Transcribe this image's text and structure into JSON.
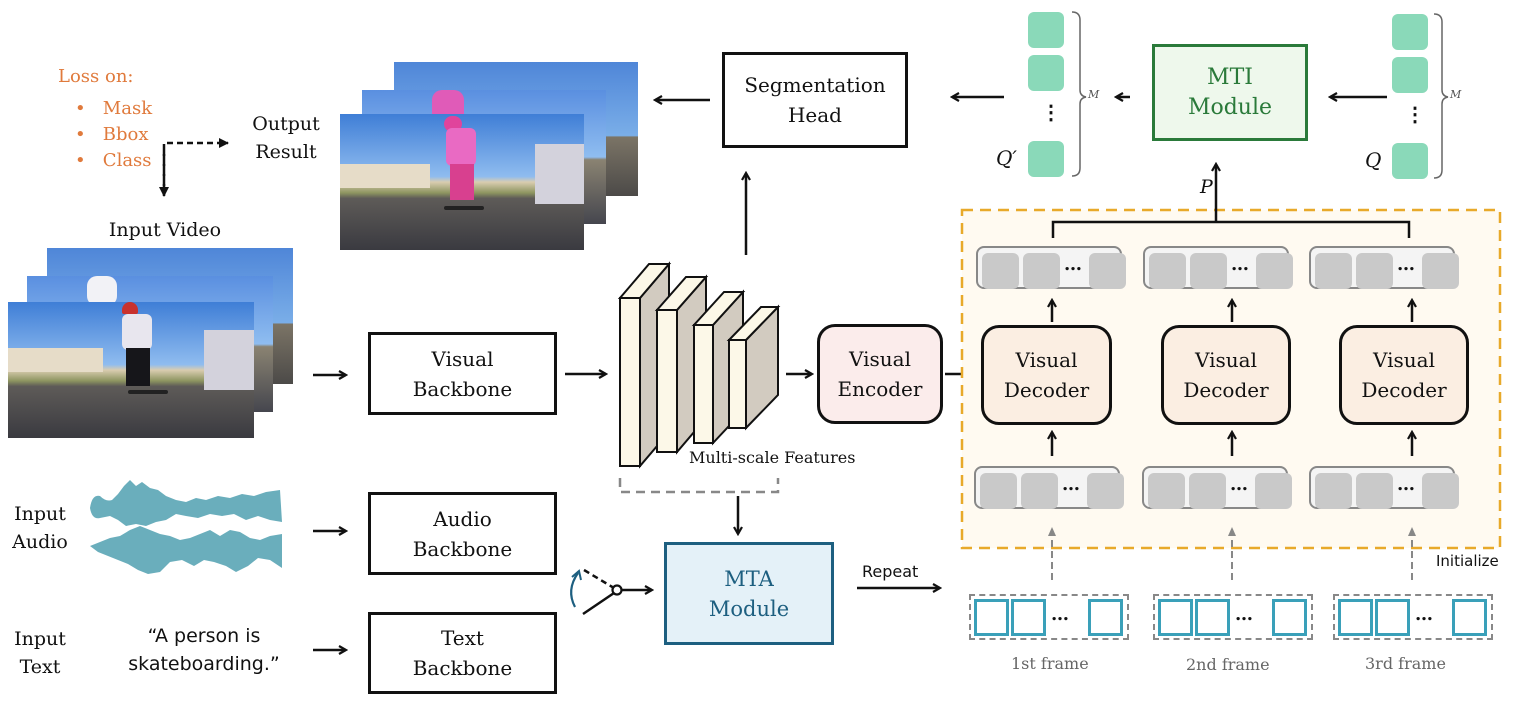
{
  "loss": {
    "title": "Loss on:",
    "items": [
      "Mask",
      "Bbox",
      "Class"
    ],
    "color": "#e07a3c"
  },
  "output_result": {
    "line1": "Output",
    "line2": "Result"
  },
  "input_video": {
    "label": "Input Video"
  },
  "input_audio": {
    "line1": "Input",
    "line2": "Audio"
  },
  "input_text": {
    "line1": "Input",
    "line2": "Text",
    "quote_line1": "“A person is",
    "quote_line2": "skateboarding.”"
  },
  "blocks": {
    "visual_backbone": {
      "line1": "Visual",
      "line2": "Backbone"
    },
    "audio_backbone": {
      "line1": "Audio",
      "line2": "Backbone"
    },
    "text_backbone": {
      "line1": "Text",
      "line2": "Backbone"
    },
    "segmentation_head": {
      "line1": "Segmentation",
      "line2": "Head"
    },
    "visual_encoder": {
      "line1": "Visual",
      "line2": "Encoder"
    },
    "mta_module": {
      "line1": "MTA",
      "line2": "Module"
    },
    "mti_module": {
      "line1": "MTI",
      "line2": "Module"
    },
    "visual_decoder": {
      "line1": "Visual",
      "line2": "Decoder"
    }
  },
  "multiscale_label": "Multi-scale Features",
  "repeat_label": "Repeat",
  "initialize_label": "Initialize",
  "frames": [
    "1st frame",
    "2nd frame",
    "3rd frame"
  ],
  "symbols": {
    "P": "P",
    "Q": "Q",
    "Q_prime": "Q′",
    "M": "M",
    "vdots": "⋮",
    "ellipsis": "…"
  },
  "colors": {
    "mta_border": "#1d5f80",
    "mta_fill": "#e4f1f8",
    "mti_border": "#2a7a3a",
    "mti_fill": "#eef8ec",
    "decoder_fill": "#fbeee2",
    "encoder_fill": "#fbeceb",
    "query_token": "#8ad9b9",
    "frame_token": "#3aa0b9",
    "waveform": "#6aaebc",
    "dashed_region": "#e8a92a",
    "region_fill": "#fffaf1"
  }
}
